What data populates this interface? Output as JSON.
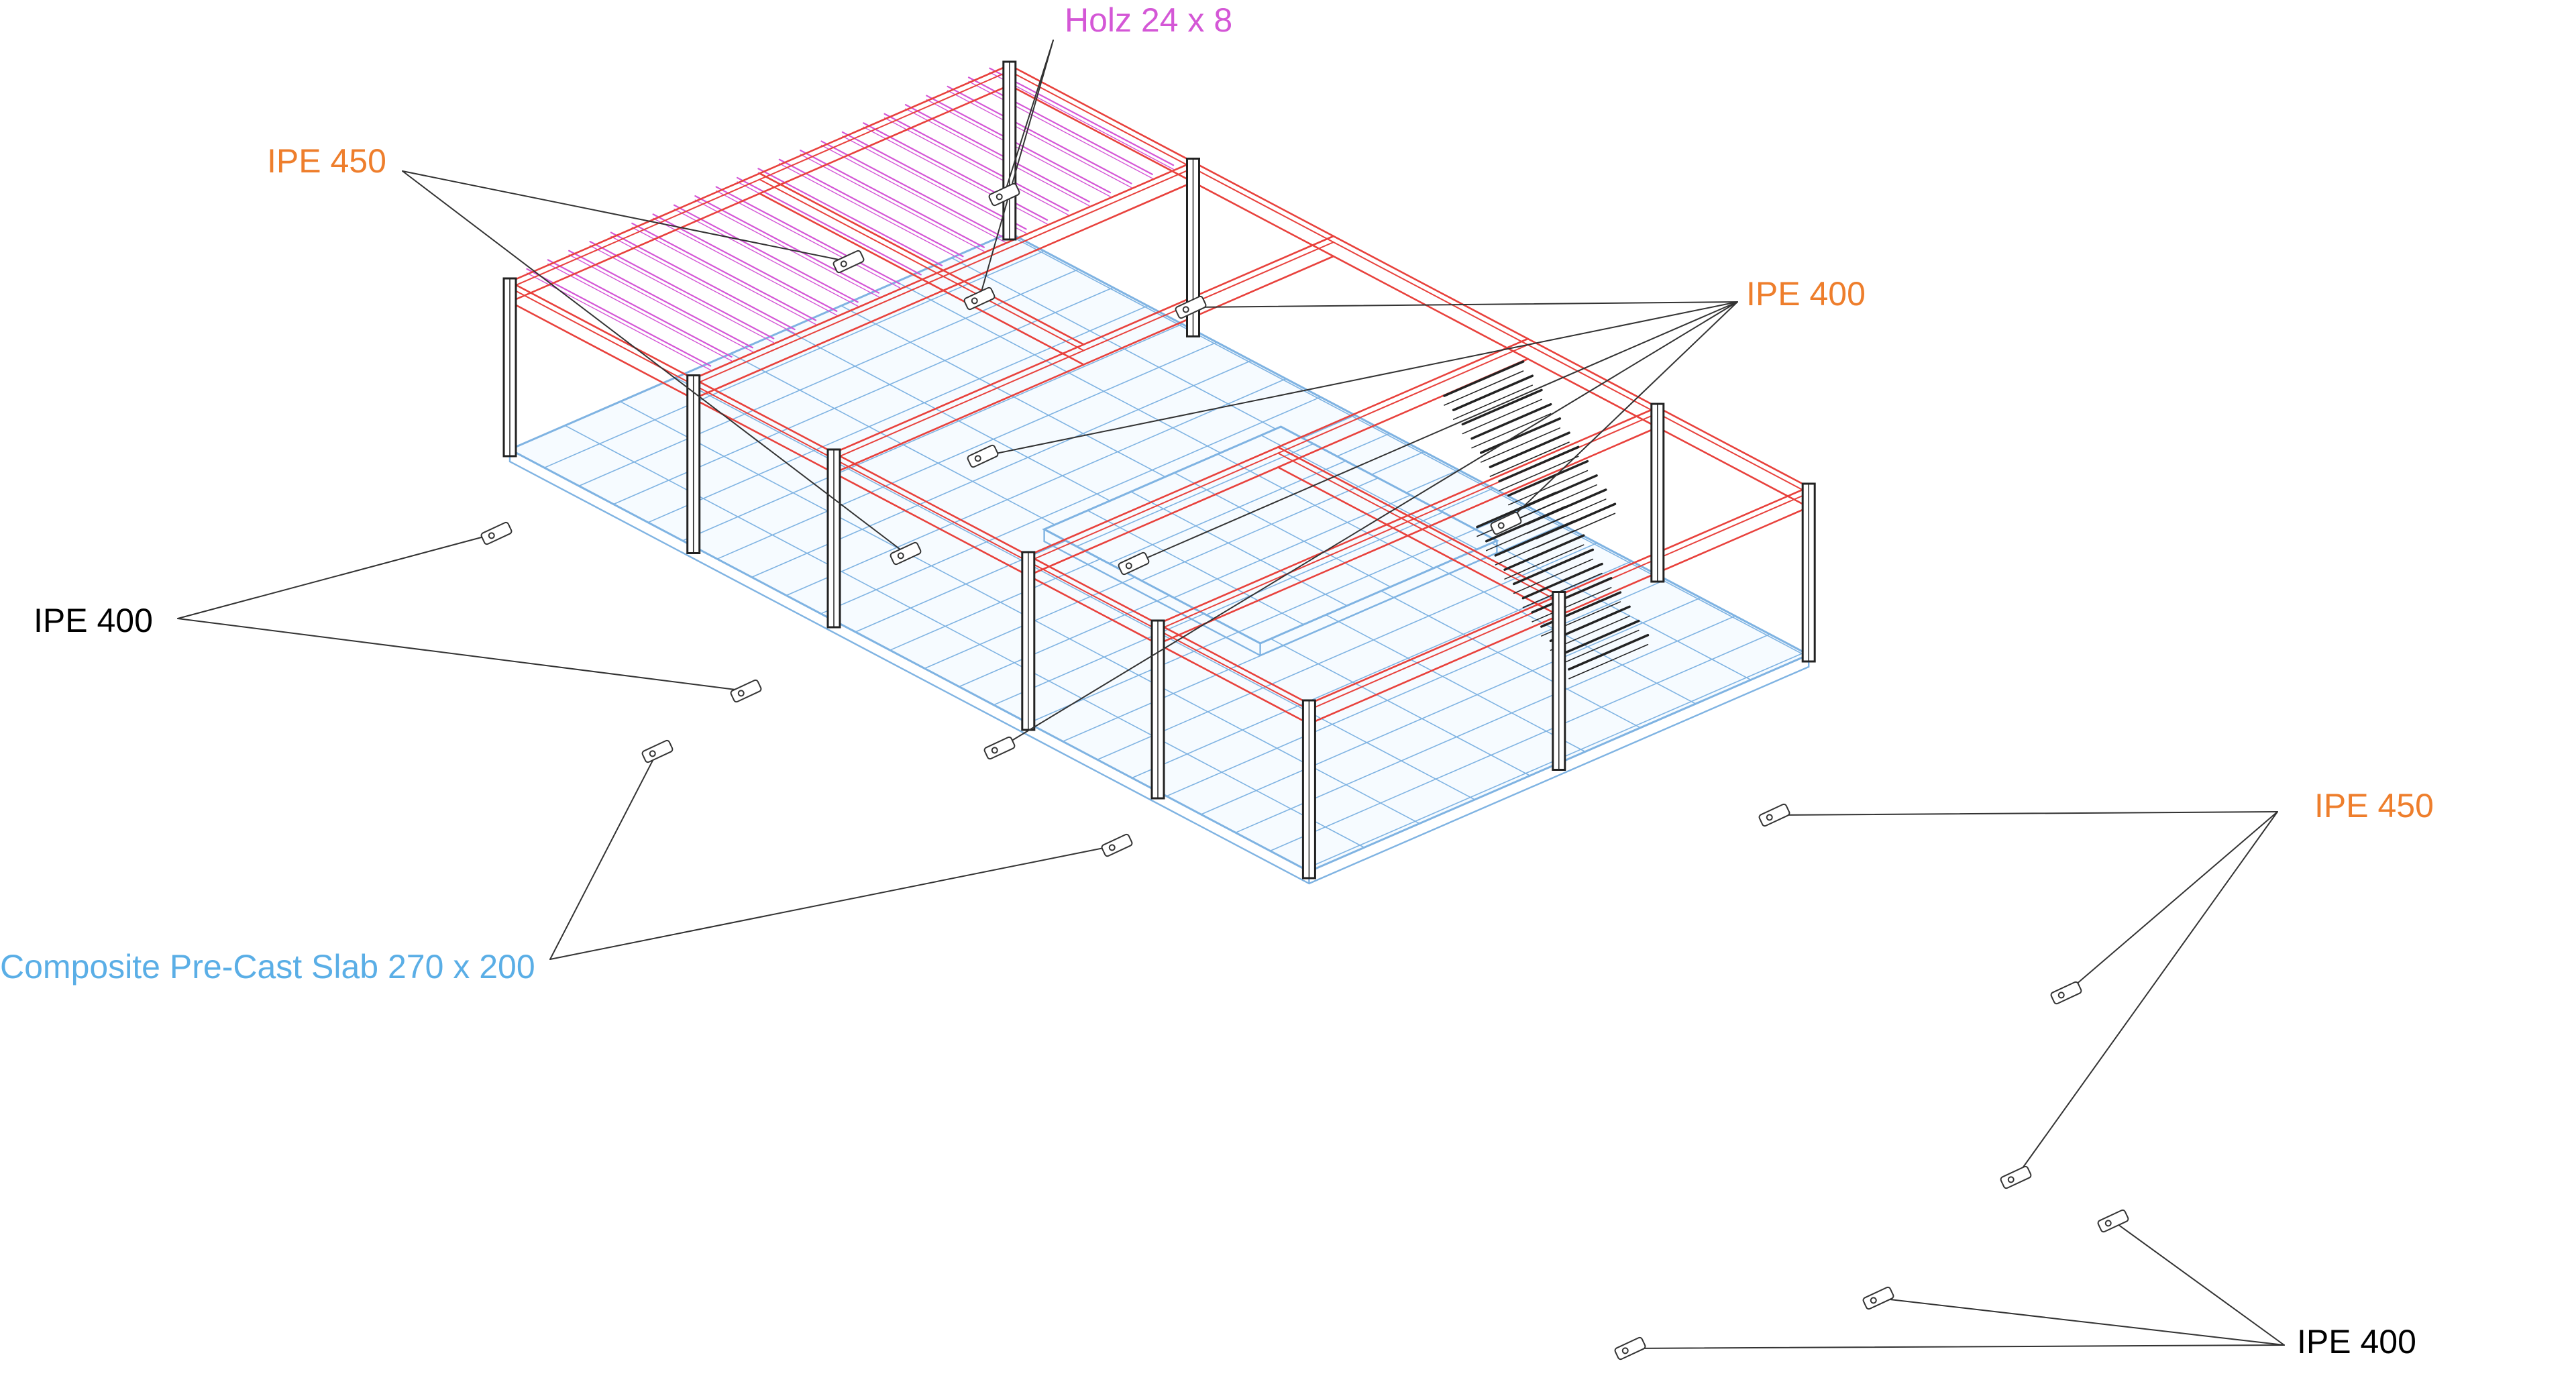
{
  "colors": {
    "steel": "#e8413c",
    "steel_text": "#ee7e2c",
    "timber": "#d457d6",
    "slab": "#7fb3e2",
    "slab_text": "#5aaee6",
    "column": "#222222",
    "leader": "#333333",
    "black_text": "#000000"
  },
  "labels": {
    "holz": "Holz 24 x 8",
    "ipe450_top": "IPE 450",
    "ipe400_top_right": "IPE 400",
    "ipe400_left": "IPE 400",
    "slab": "Composite Pre-Cast Slab 270 x 200",
    "ipe450_right": "IPE 450",
    "ipe400_bottom_right": "IPE 400"
  }
}
